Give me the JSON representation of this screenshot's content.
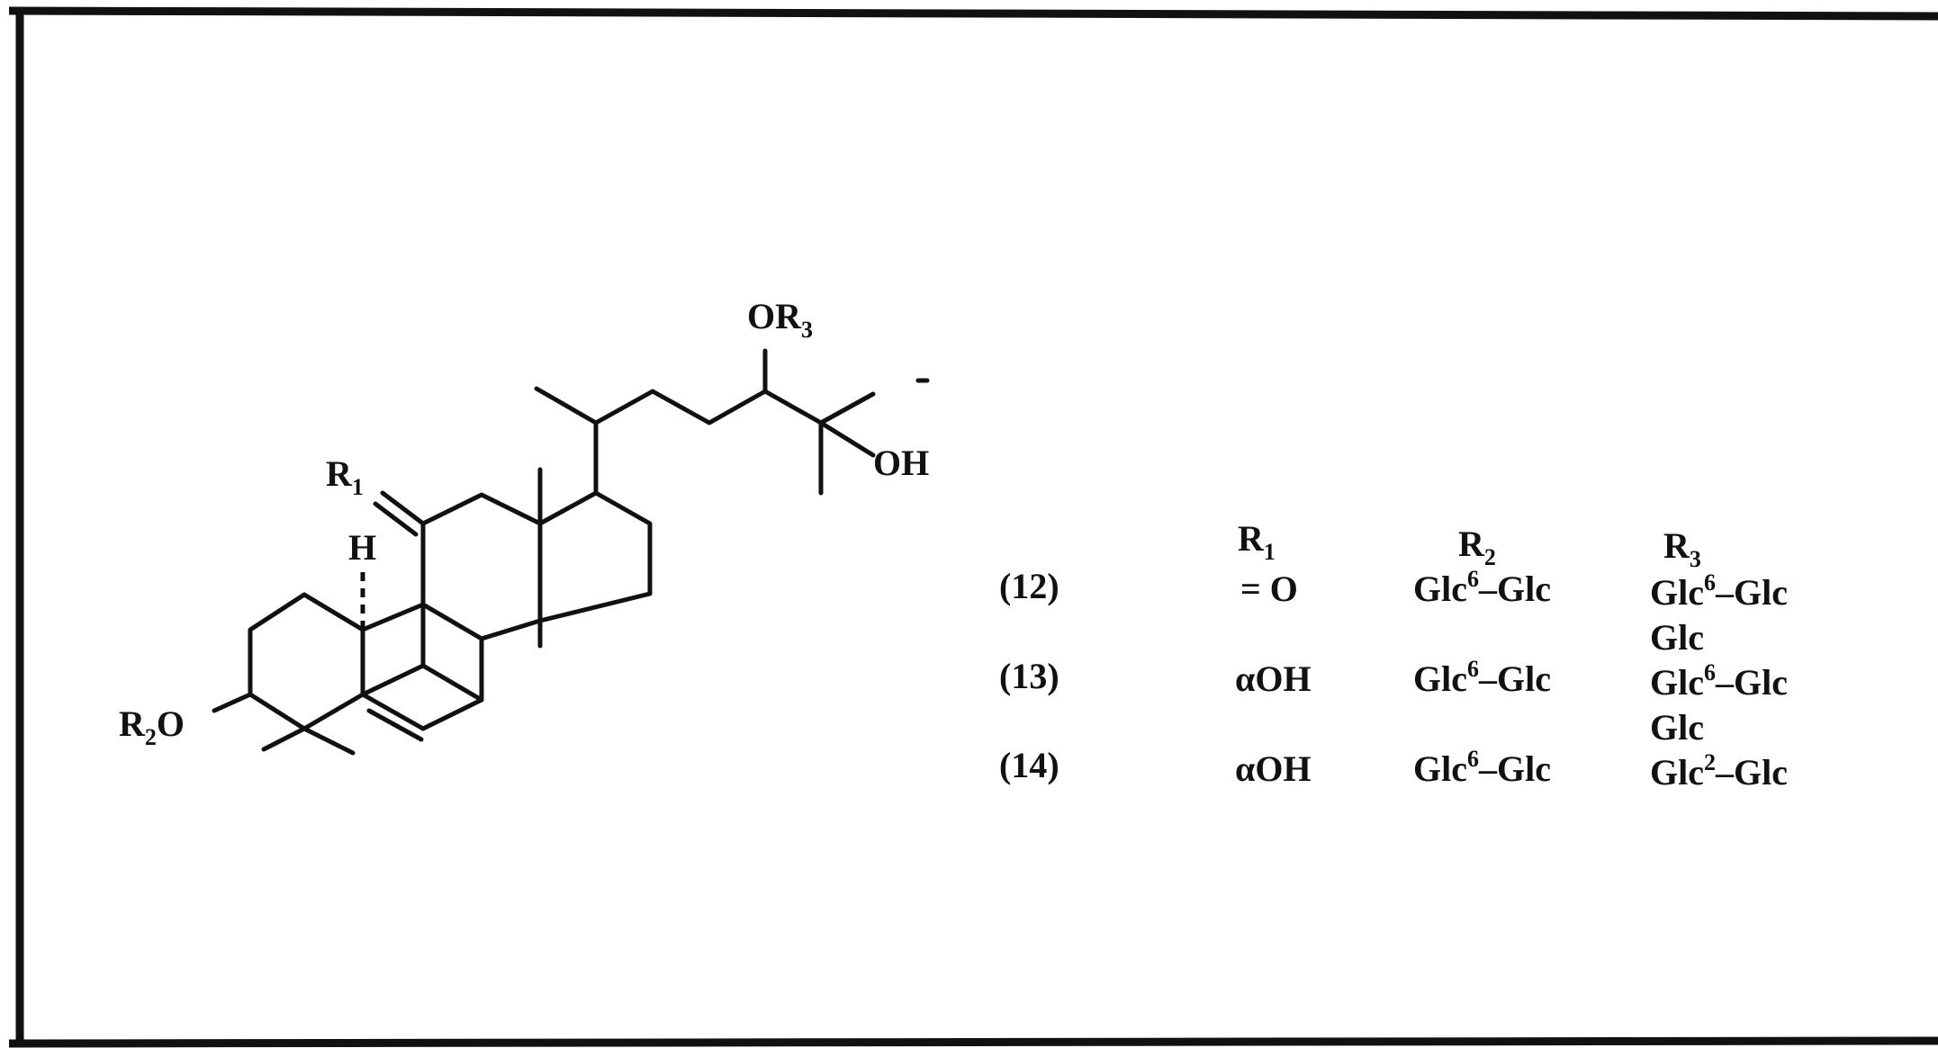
{
  "structure": {
    "labels": {
      "r1": "R",
      "r1_sub": "1",
      "r2o_r": "R",
      "r2o_sub": "2",
      "r2o_o": "O",
      "h": "H",
      "or3_o": "OR",
      "or3_sub": "3",
      "oh": "OH"
    }
  },
  "table": {
    "headers": [
      {
        "letter": "R",
        "sub": "1"
      },
      {
        "letter": "R",
        "sub": "2"
      },
      {
        "letter": "R",
        "sub": "3"
      }
    ],
    "rows": [
      {
        "id": "(12)",
        "r1": "= O",
        "r2": {
          "a": "Glc",
          "sup": "6",
          "b": "–Glc"
        },
        "r3": {
          "a": "Glc",
          "sup": "6",
          "b": "–Glc"
        },
        "r3_extra": "Glc"
      },
      {
        "id": "(13)",
        "r1": "αOH",
        "r2": {
          "a": "Glc",
          "sup": "6",
          "b": "–Glc"
        },
        "r3": {
          "a": "Glc",
          "sup": "6",
          "b": "–Glc"
        },
        "r3_extra": "Glc"
      },
      {
        "id": "(14)",
        "r1": "αOH",
        "r2": {
          "a": "Glc",
          "sup": "6",
          "b": "–Glc"
        },
        "r3": {
          "a": "Glc",
          "sup": "2",
          "b": "–Glc"
        }
      }
    ]
  }
}
